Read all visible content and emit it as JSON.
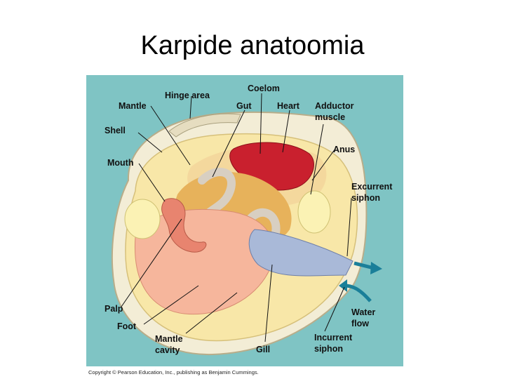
{
  "slide": {
    "title": "Karpide anatoomia"
  },
  "figure": {
    "background_color": "#7fc4c4",
    "labels": {
      "coelom": "Coelom",
      "hinge_area": "Hinge area",
      "mantle": "Mantle",
      "gut": "Gut",
      "heart": "Heart",
      "adductor_muscle_1": "Adductor",
      "adductor_muscle_2": "muscle",
      "shell": "Shell",
      "anus": "Anus",
      "mouth": "Mouth",
      "excurrent_siphon_1": "Excurrent",
      "excurrent_siphon_2": "siphon",
      "water_flow_1": "Water",
      "water_flow_2": "flow",
      "palp": "Palp",
      "foot": "Foot",
      "mantle_cavity_1": "Mantle",
      "mantle_cavity_2": "cavity",
      "gill": "Gill",
      "incurrent_siphon_1": "Incurrent",
      "incurrent_siphon_2": "siphon"
    },
    "copyright": "Copyright © Pearson Education, Inc., publishing as Benjamin Cummings."
  }
}
